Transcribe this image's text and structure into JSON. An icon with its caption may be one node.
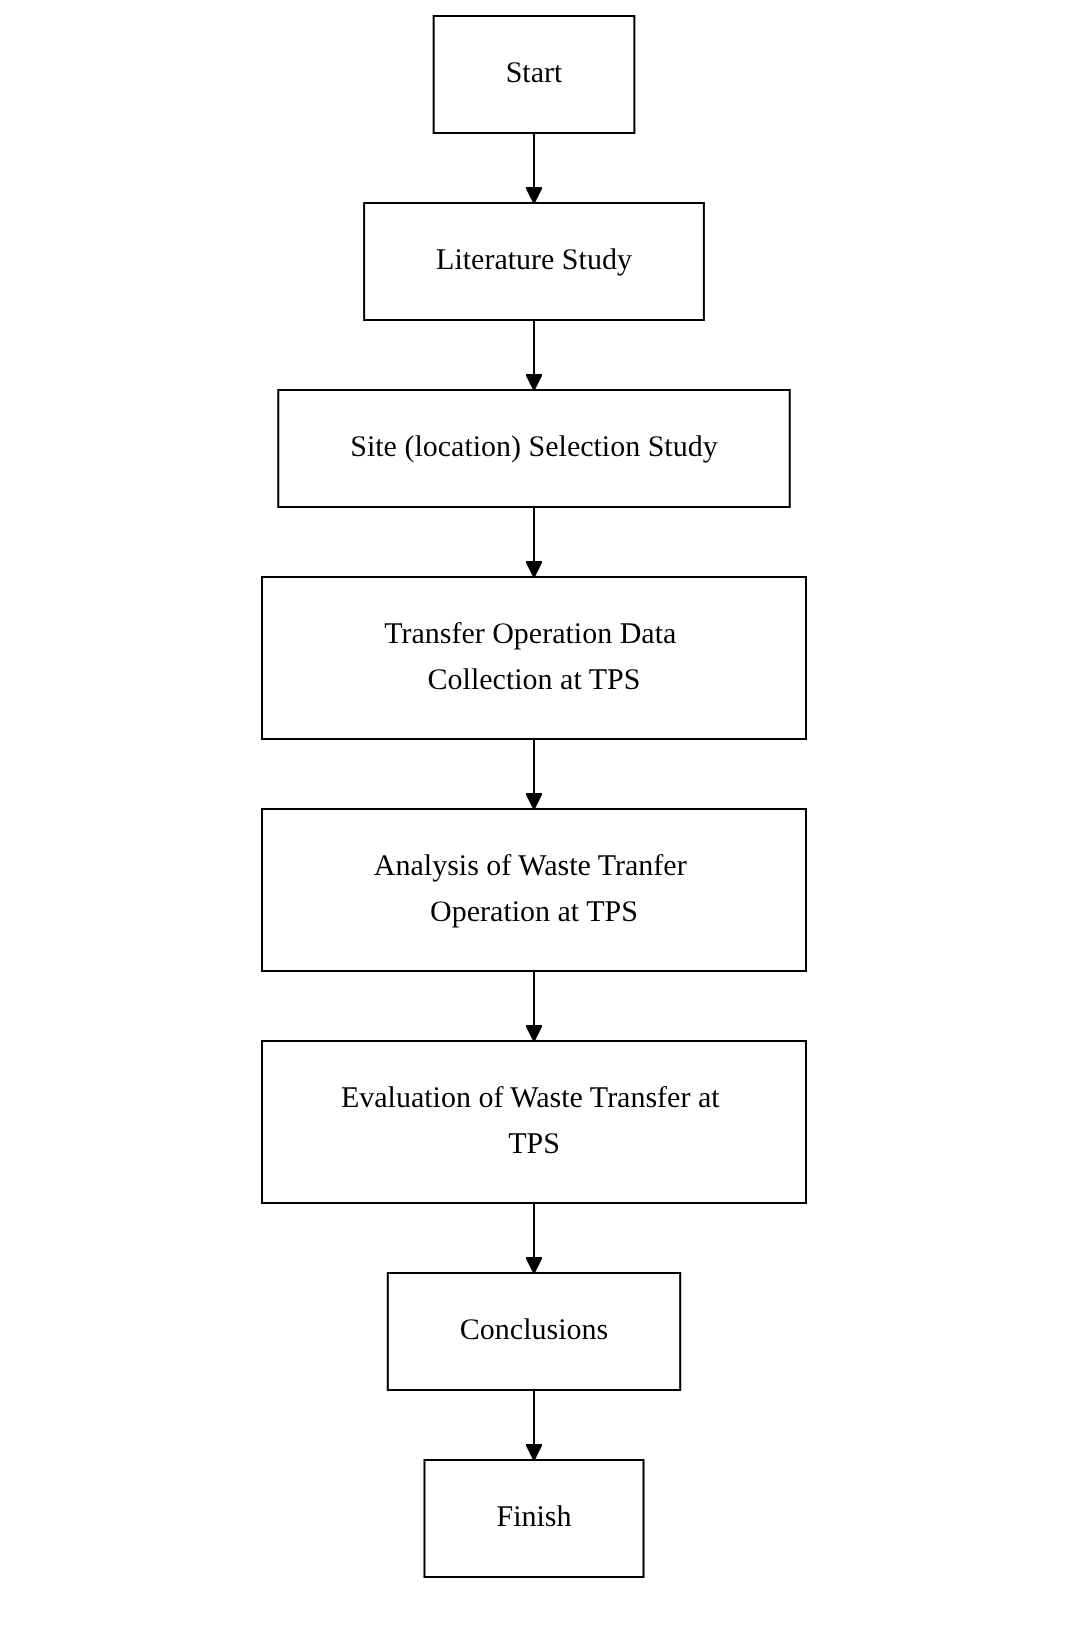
{
  "diagram": {
    "nodes": [
      {
        "text": [
          "Start"
        ]
      },
      {
        "text": [
          "Literature Study"
        ]
      },
      {
        "text": [
          "Site (location) Selection Study"
        ]
      },
      {
        "text": [
          "Transfer Operation Data Collection at TPS"
        ]
      },
      {
        "text": [
          "Analysis of Waste Tranfer Operation at TPS"
        ]
      },
      {
        "text": [
          "Evaluation of Waste Transfer at TPS"
        ]
      },
      {
        "text": [
          "Conclusions"
        ]
      },
      {
        "text": [
          "Finish"
        ]
      }
    ],
    "edges": [
      {
        "from": 0,
        "to": 1,
        "arrow": "to"
      },
      {
        "from": 1,
        "to": 2,
        "arrow": "to"
      },
      {
        "from": 2,
        "to": 3,
        "arrow": "to"
      },
      {
        "from": 3,
        "to": 4,
        "arrow": "to"
      },
      {
        "from": 4,
        "to": 5,
        "arrow": "to"
      },
      {
        "from": 5,
        "to": 6,
        "arrow": "to"
      },
      {
        "from": 6,
        "to": 7,
        "arrow": "to"
      }
    ]
  }
}
